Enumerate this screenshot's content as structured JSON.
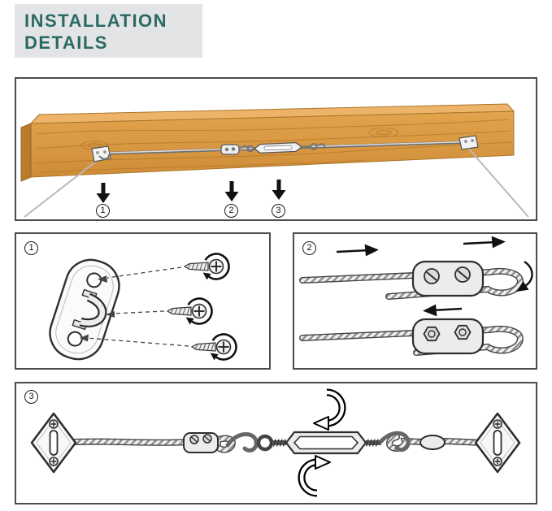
{
  "header": {
    "title_line1": "INSTALLATION",
    "title_line2": "DETAILS"
  },
  "overview": {
    "callouts": [
      {
        "label": "1"
      },
      {
        "label": "2"
      },
      {
        "label": "3"
      }
    ]
  },
  "steps": [
    {
      "label": "1"
    },
    {
      "label": "2"
    },
    {
      "label": "3"
    }
  ],
  "icons": {
    "overview_illustration": "wood-beam-with-wire-hanging-kit",
    "step1_illustration": "pad-eye-plate-with-screws",
    "step2_illustration": "wire-rope-duplex-clamps",
    "step3_illustration": "full-wire-turnbuckle-assembly"
  },
  "colors": {
    "title_text": "#2b6a63",
    "title_bg": "#e3e4e5",
    "panel_border": "#4c4c4c",
    "ink": "#111111",
    "wood_light": "#edb469",
    "wood_mid": "#dc9a45",
    "wood_dark": "#b97c2c"
  }
}
